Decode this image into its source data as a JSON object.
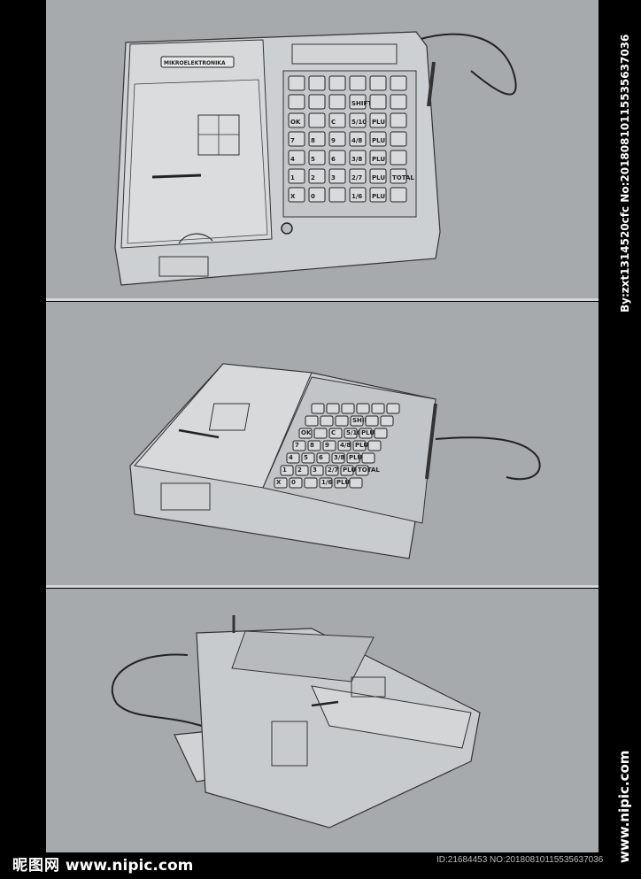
{
  "brand_label": "MIKROELEKTRONIKA",
  "side_watermark_text": "By:zxt1314520cfc No:20180810115535637036",
  "side_site_text": "www.nipic.com",
  "bottom_site_cn": "昵图网",
  "bottom_site_en": "www.nipic.com",
  "bottom_id_text": "ID:21684453 NO:20180810115535637036",
  "keys": {
    "row1": [
      "",
      "",
      "",
      "",
      "",
      ""
    ],
    "row2": [
      "",
      "",
      "",
      "SHIFT",
      "",
      ""
    ],
    "row3": [
      "OK",
      "",
      "C",
      "5/10",
      "PLU",
      ""
    ],
    "row4": [
      "7",
      "8",
      "9",
      "4/8",
      "PLU",
      ""
    ],
    "row5": [
      "4",
      "5",
      "6",
      "3/8",
      "PLU",
      ""
    ],
    "row6": [
      "1",
      "2",
      "3",
      "2/7",
      "PLU",
      "TOTAL"
    ],
    "row7": [
      "X",
      "0",
      "",
      "1/6",
      "PLU",
      ""
    ]
  },
  "colors": {
    "background": "#a6aaad",
    "frame": "#000000",
    "model_fill": "#c9ccce",
    "model_line": "#3a3a3a"
  }
}
